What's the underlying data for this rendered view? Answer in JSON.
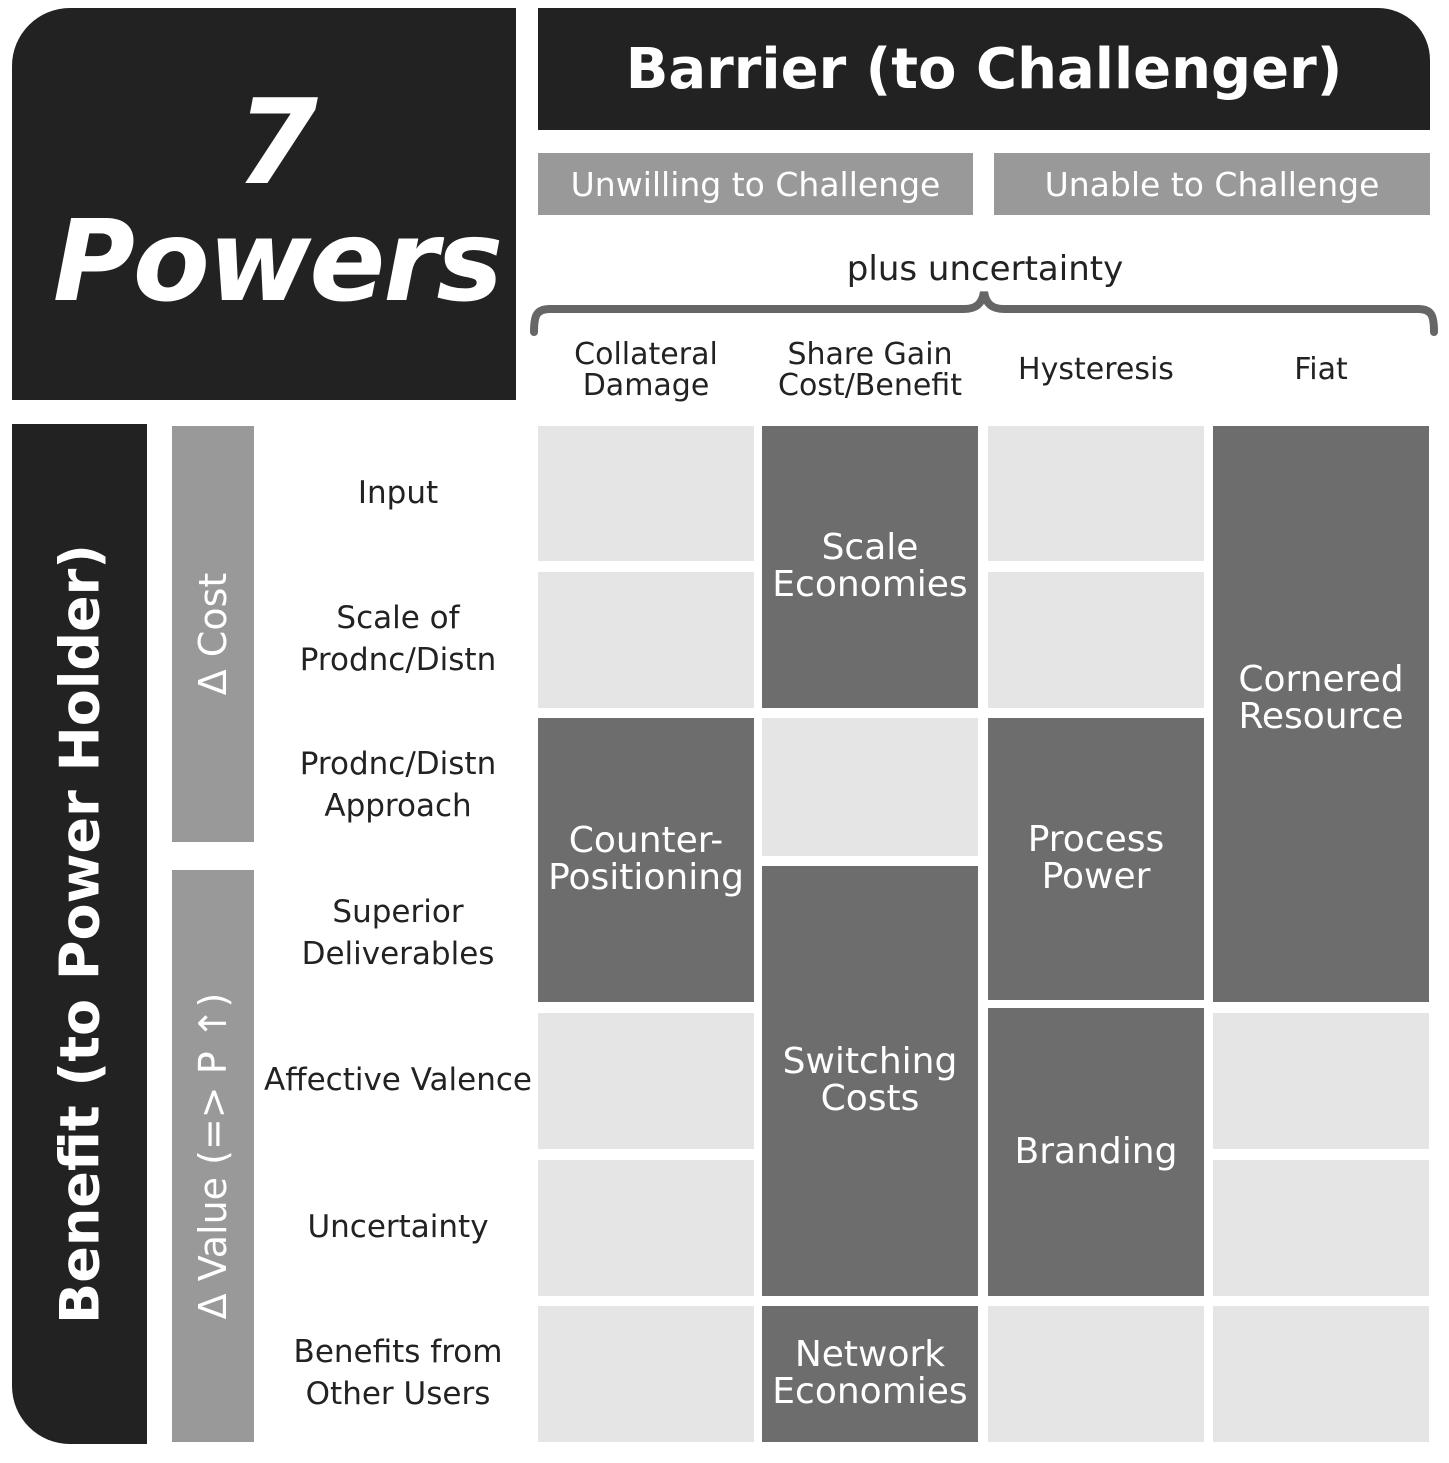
{
  "title": {
    "number": "7",
    "word": "Powers"
  },
  "barrier": {
    "label": "Barrier (to Challenger)",
    "unwilling": "Unwilling to Challenge",
    "unable": "Unable to Challenge",
    "plus_uncertainty": "plus uncertainty",
    "columns": [
      {
        "line1": "Collateral",
        "line2": "Damage"
      },
      {
        "line1": "Share Gain",
        "line2": "Cost/Benefit"
      },
      {
        "line1": "",
        "line2": "Hysteresis"
      },
      {
        "line1": "",
        "line2": "Fiat"
      }
    ]
  },
  "benefit": {
    "label": "Benefit (to Power Holder)",
    "cost_label": "Δ Cost",
    "value_label": "Δ Value (=> P ↑)",
    "rows": [
      {
        "line1": "Input",
        "line2": ""
      },
      {
        "line1": "Scale of",
        "line2": "Prodnc/Distn"
      },
      {
        "line1": "Prodnc/Distn",
        "line2": "Approach"
      },
      {
        "line1": "Superior",
        "line2": "Deliverables"
      },
      {
        "line1": "Affective Valence",
        "line2": ""
      },
      {
        "line1": "Uncertainty",
        "line2": ""
      },
      {
        "line1": "Benefits from",
        "line2": "Other Users"
      }
    ]
  },
  "powers": {
    "scale_economies": {
      "line1": "Scale",
      "line2": "Economies"
    },
    "cornered_resource": {
      "line1": "Cornered",
      "line2": "Resource"
    },
    "counter_positioning": {
      "line1": "Counter-",
      "line2": "Positioning"
    },
    "process_power": {
      "line1": "Process",
      "line2": "Power"
    },
    "switching_costs": {
      "line1": "Switching",
      "line2": "Costs"
    },
    "branding": {
      "line1": "Branding",
      "line2": ""
    },
    "network_economies": {
      "line1": "Network",
      "line2": "Economies"
    }
  },
  "colors": {
    "dark": "#222222",
    "mid_gray": "#999999",
    "power_cell": "#6d6d6d",
    "empty_cell": "#e5e5e5"
  }
}
